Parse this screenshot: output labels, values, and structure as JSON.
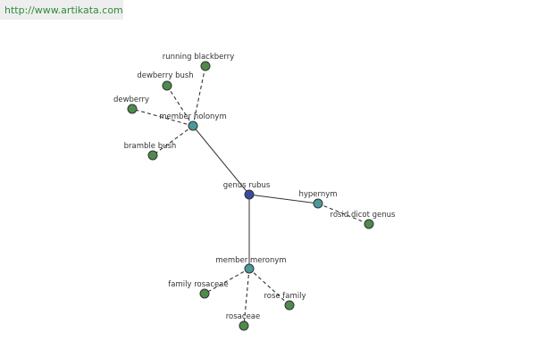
{
  "source": {
    "url_text": "http://www.artikata.com"
  },
  "colors": {
    "center_node": "#3a4aa0",
    "relation_node": "#4a9a9a",
    "leaf_node": "#4e8a4e",
    "url_text": "#2e8b3c"
  },
  "graph": {
    "nodes": [
      {
        "id": "genus-rubus",
        "label": "genus rubus",
        "kind": "center"
      },
      {
        "id": "member-holonym",
        "label": "member holonym",
        "kind": "relation"
      },
      {
        "id": "hypernym",
        "label": "hypernym",
        "kind": "relation"
      },
      {
        "id": "member-meronym",
        "label": "member meronym",
        "kind": "relation"
      },
      {
        "id": "running-blackberry",
        "label": "running blackberry",
        "kind": "leaf"
      },
      {
        "id": "dewberry-bush",
        "label": "dewberry bush",
        "kind": "leaf"
      },
      {
        "id": "dewberry",
        "label": "dewberry",
        "kind": "leaf"
      },
      {
        "id": "bramble-bush",
        "label": "bramble bush",
        "kind": "leaf"
      },
      {
        "id": "rosid-dicot-genus",
        "label": "rosid dicot genus",
        "kind": "leaf"
      },
      {
        "id": "family-rosaceae",
        "label": "family rosaceae",
        "kind": "leaf"
      },
      {
        "id": "rose-family",
        "label": "rose family",
        "kind": "leaf"
      },
      {
        "id": "rosaceae",
        "label": "rosaceae",
        "kind": "leaf"
      }
    ],
    "edges": [
      {
        "from": "genus-rubus",
        "to": "member-holonym",
        "style": "solid"
      },
      {
        "from": "genus-rubus",
        "to": "hypernym",
        "style": "solid"
      },
      {
        "from": "genus-rubus",
        "to": "member-meronym",
        "style": "solid"
      },
      {
        "from": "member-holonym",
        "to": "running-blackberry",
        "style": "dashed"
      },
      {
        "from": "member-holonym",
        "to": "dewberry-bush",
        "style": "dashed"
      },
      {
        "from": "member-holonym",
        "to": "dewberry",
        "style": "dashed"
      },
      {
        "from": "member-holonym",
        "to": "bramble-bush",
        "style": "dashed"
      },
      {
        "from": "hypernym",
        "to": "rosid-dicot-genus",
        "style": "dashed"
      },
      {
        "from": "member-meronym",
        "to": "family-rosaceae",
        "style": "dashed"
      },
      {
        "from": "member-meronym",
        "to": "rose-family",
        "style": "dashed"
      },
      {
        "from": "member-meronym",
        "to": "rosaceae",
        "style": "dashed"
      }
    ]
  }
}
